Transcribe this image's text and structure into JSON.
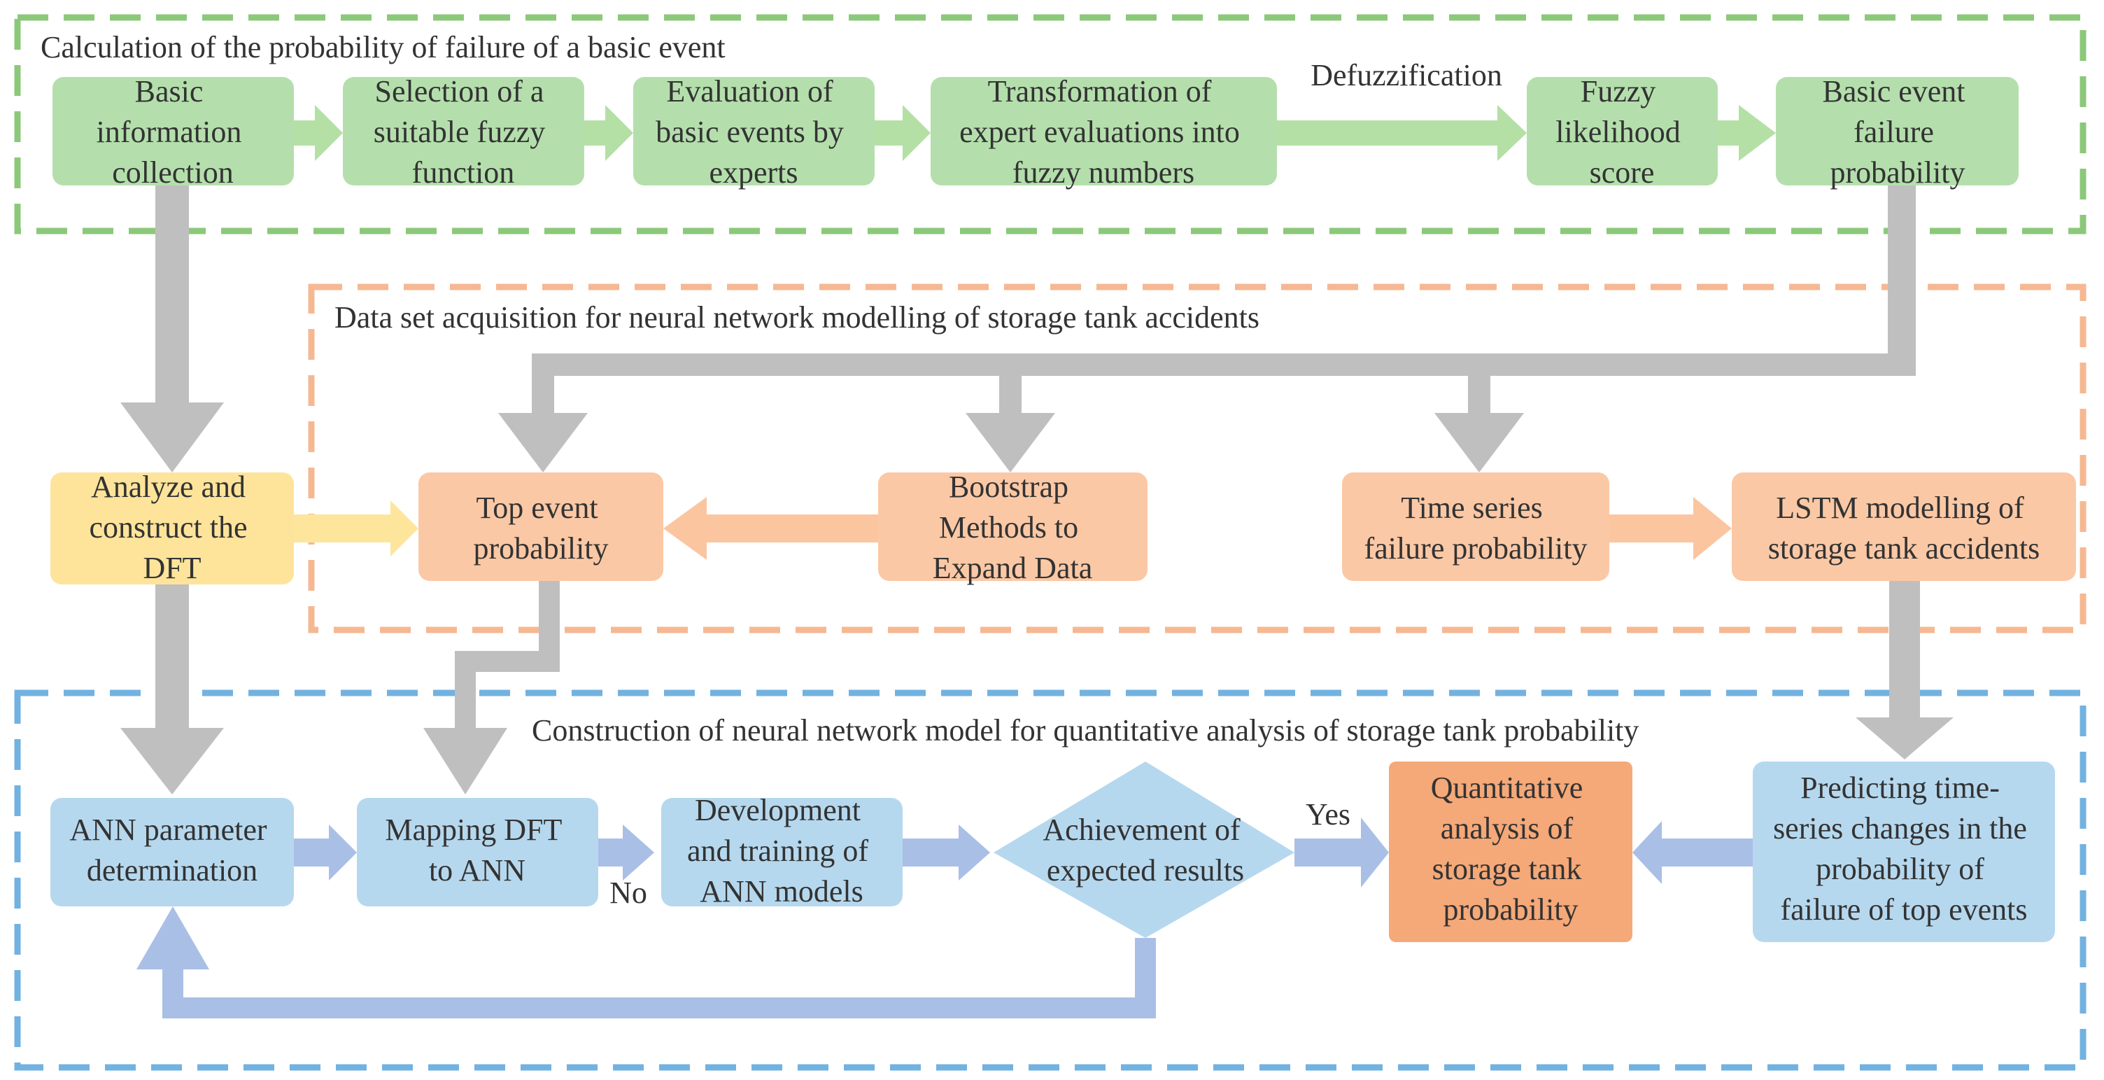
{
  "colors": {
    "green_box": "#b4dfac",
    "green_arrow": "#b4e0a6",
    "green_border": "#8cc87a",
    "orange_box": "#fbc8a5",
    "orange_arrow": "#fbc5a0",
    "orange_border": "#f6b892",
    "orange_dark": "#f5a878",
    "yellow_box": "#fde49a",
    "yellow_arrow": "#fde69c",
    "blue_box": "#b6d8ee",
    "blue_arrow": "#a9bfe6",
    "blue_border": "#72b2e0",
    "gray_arrow": "#bfbfbf"
  },
  "sections": {
    "fuzzy": {
      "title": "Calculation of the probability of failure of a basic event"
    },
    "dataset": {
      "title": "Data set acquisition for neural network modelling of storage tank accidents"
    },
    "ann": {
      "title": "Construction of neural network model for quantitative analysis of storage tank probability"
    }
  },
  "nodes": {
    "basic_info": [
      "Basic",
      "information",
      "collection"
    ],
    "fuzzy_function": [
      "Selection of a",
      "suitable fuzzy",
      "function"
    ],
    "expert_eval": [
      "Evaluation of",
      "basic events by",
      "experts"
    ],
    "transform": [
      "Transformation of",
      "expert evaluations into",
      "fuzzy numbers"
    ],
    "fuzzy_score": [
      "Fuzzy",
      "likelihood",
      "score"
    ],
    "basic_prob": [
      "Basic event",
      "failure",
      "probability"
    ],
    "dft": [
      "Analyze and",
      "construct the",
      "DFT"
    ],
    "top_event": [
      "Top event",
      "probability"
    ],
    "bootstrap": [
      "Bootstrap",
      "Methods to",
      "Expand Data"
    ],
    "time_series": [
      "Time series",
      "failure probability"
    ],
    "lstm": [
      "LSTM modelling of",
      "storage tank accidents"
    ],
    "ann_param": [
      "ANN parameter",
      "determination"
    ],
    "mapping": [
      "Mapping DFT",
      "to ANN"
    ],
    "development": [
      "Development",
      "and training of",
      "ANN models"
    ],
    "achievement": [
      "Achievement of",
      "expected results"
    ],
    "quantitative": [
      "Quantitative",
      "analysis of",
      "storage tank",
      "probability"
    ],
    "predicting": [
      "Predicting time-",
      "series changes in the",
      "probability of",
      "failure of top events"
    ]
  },
  "labels": {
    "defuzzification": "Defuzzification",
    "yes": "Yes",
    "no": "No"
  }
}
